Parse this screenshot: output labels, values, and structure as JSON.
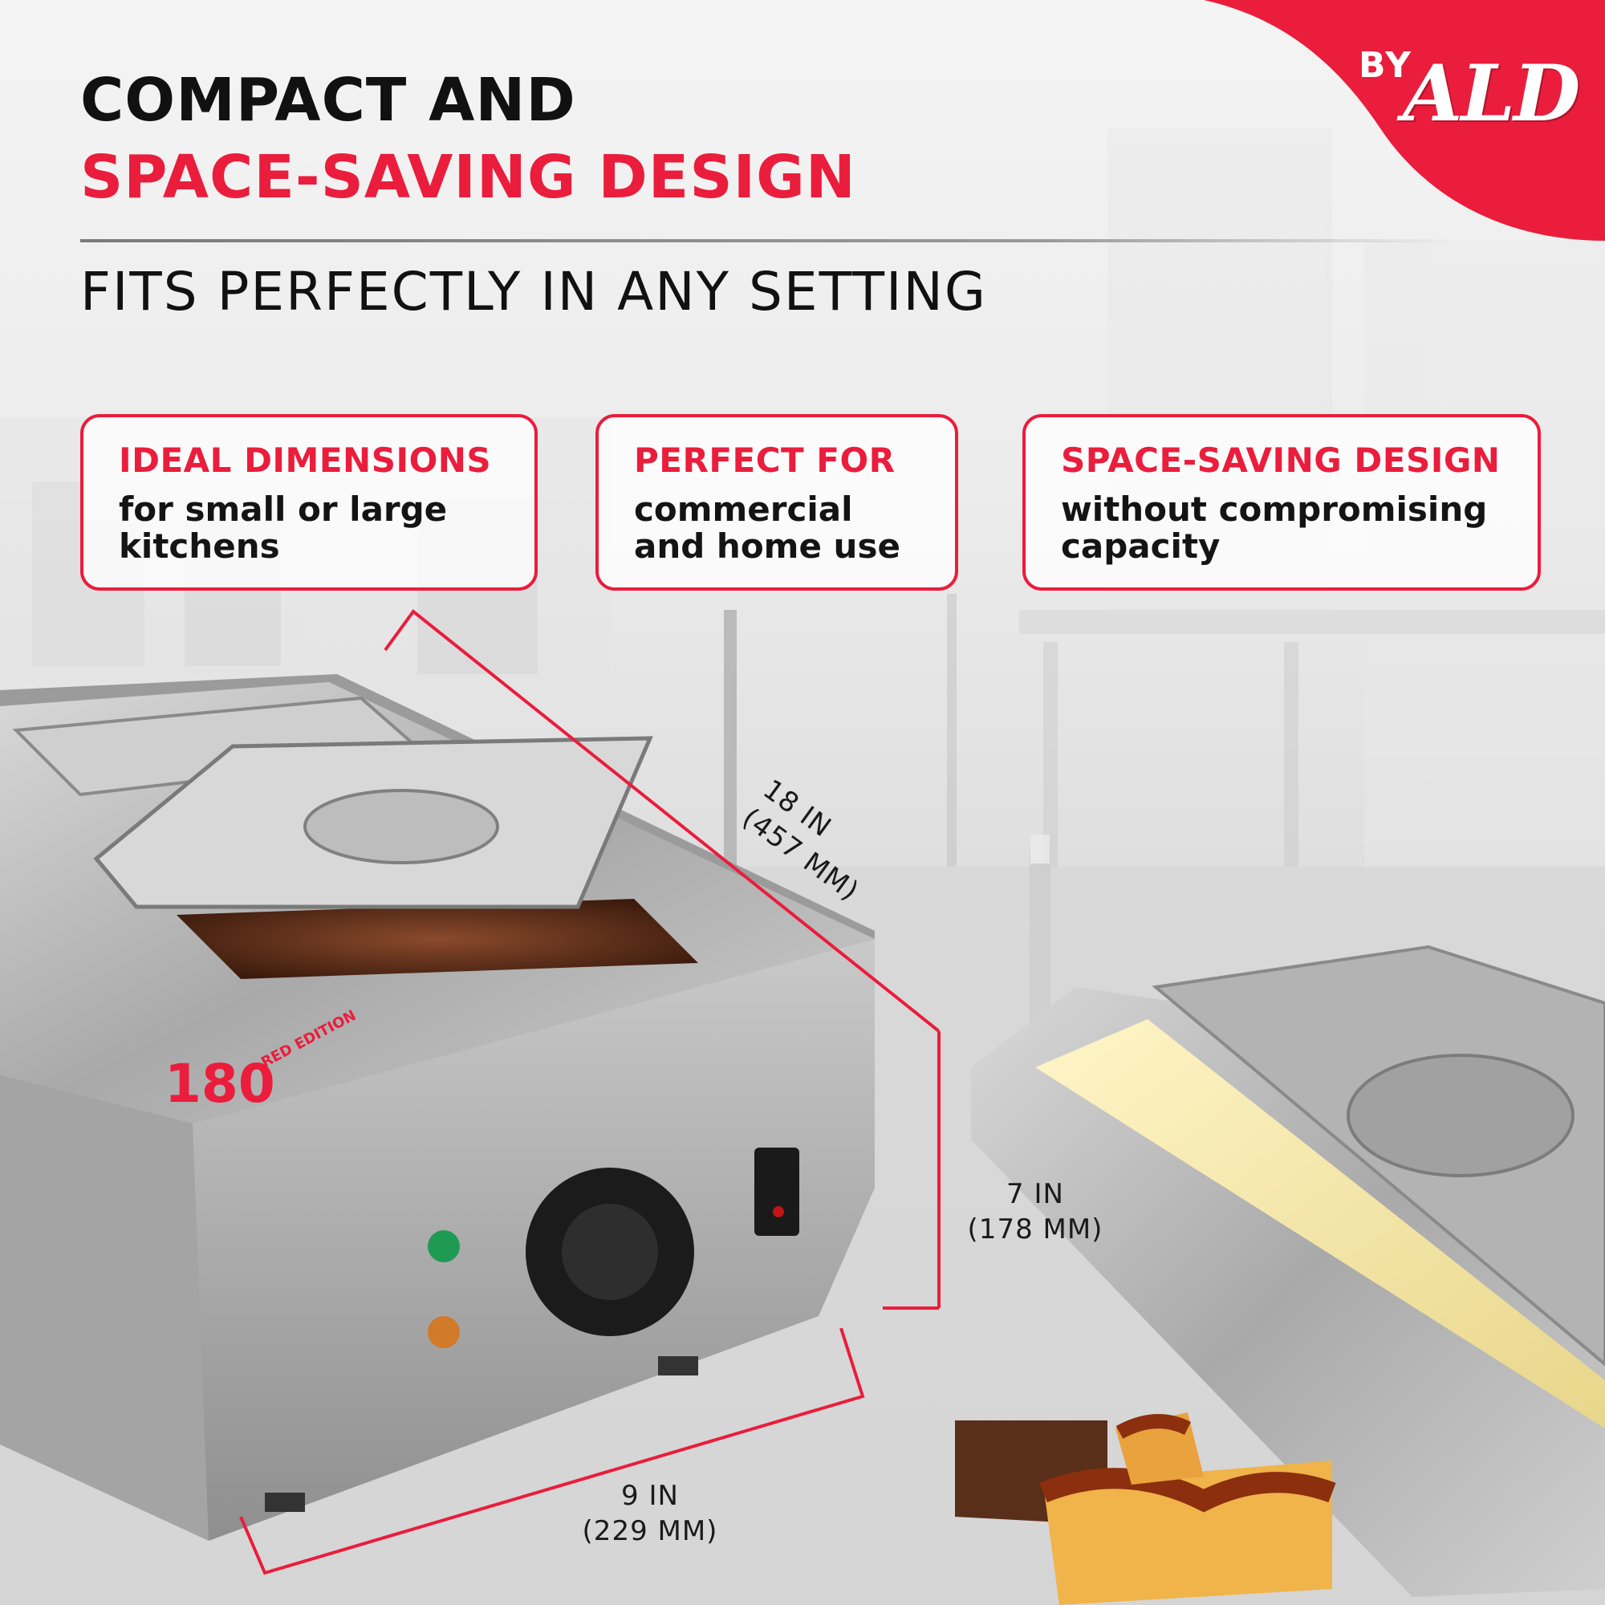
{
  "header": {
    "title_line1": "COMPACT AND",
    "title_line2": "SPACE-SAVING DESIGN",
    "subtitle": "FITS PERFECTLY IN ANY SETTING"
  },
  "brand": {
    "by": "BY",
    "name": "ALD"
  },
  "features": [
    {
      "title": "IDEAL DIMENSIONS",
      "body": "for small or large kitchens"
    },
    {
      "title": "PERFECT FOR",
      "body": "commercial and home use"
    },
    {
      "title": "SPACE-SAVING DESIGN",
      "body": "without compromising capacity"
    }
  ],
  "dimensions": {
    "length": {
      "imperial": "18 IN",
      "metric": "(457 MM)"
    },
    "height": {
      "imperial": "7 IN",
      "metric": "(178 MM)"
    },
    "width": {
      "imperial": "9 IN",
      "metric": "(229 MM)"
    }
  },
  "product_mark": {
    "number": "180",
    "label": "RED EDITION"
  },
  "colors": {
    "accent": "#ea1d3c",
    "text": "#111111",
    "steel": "#b8b8b8"
  }
}
